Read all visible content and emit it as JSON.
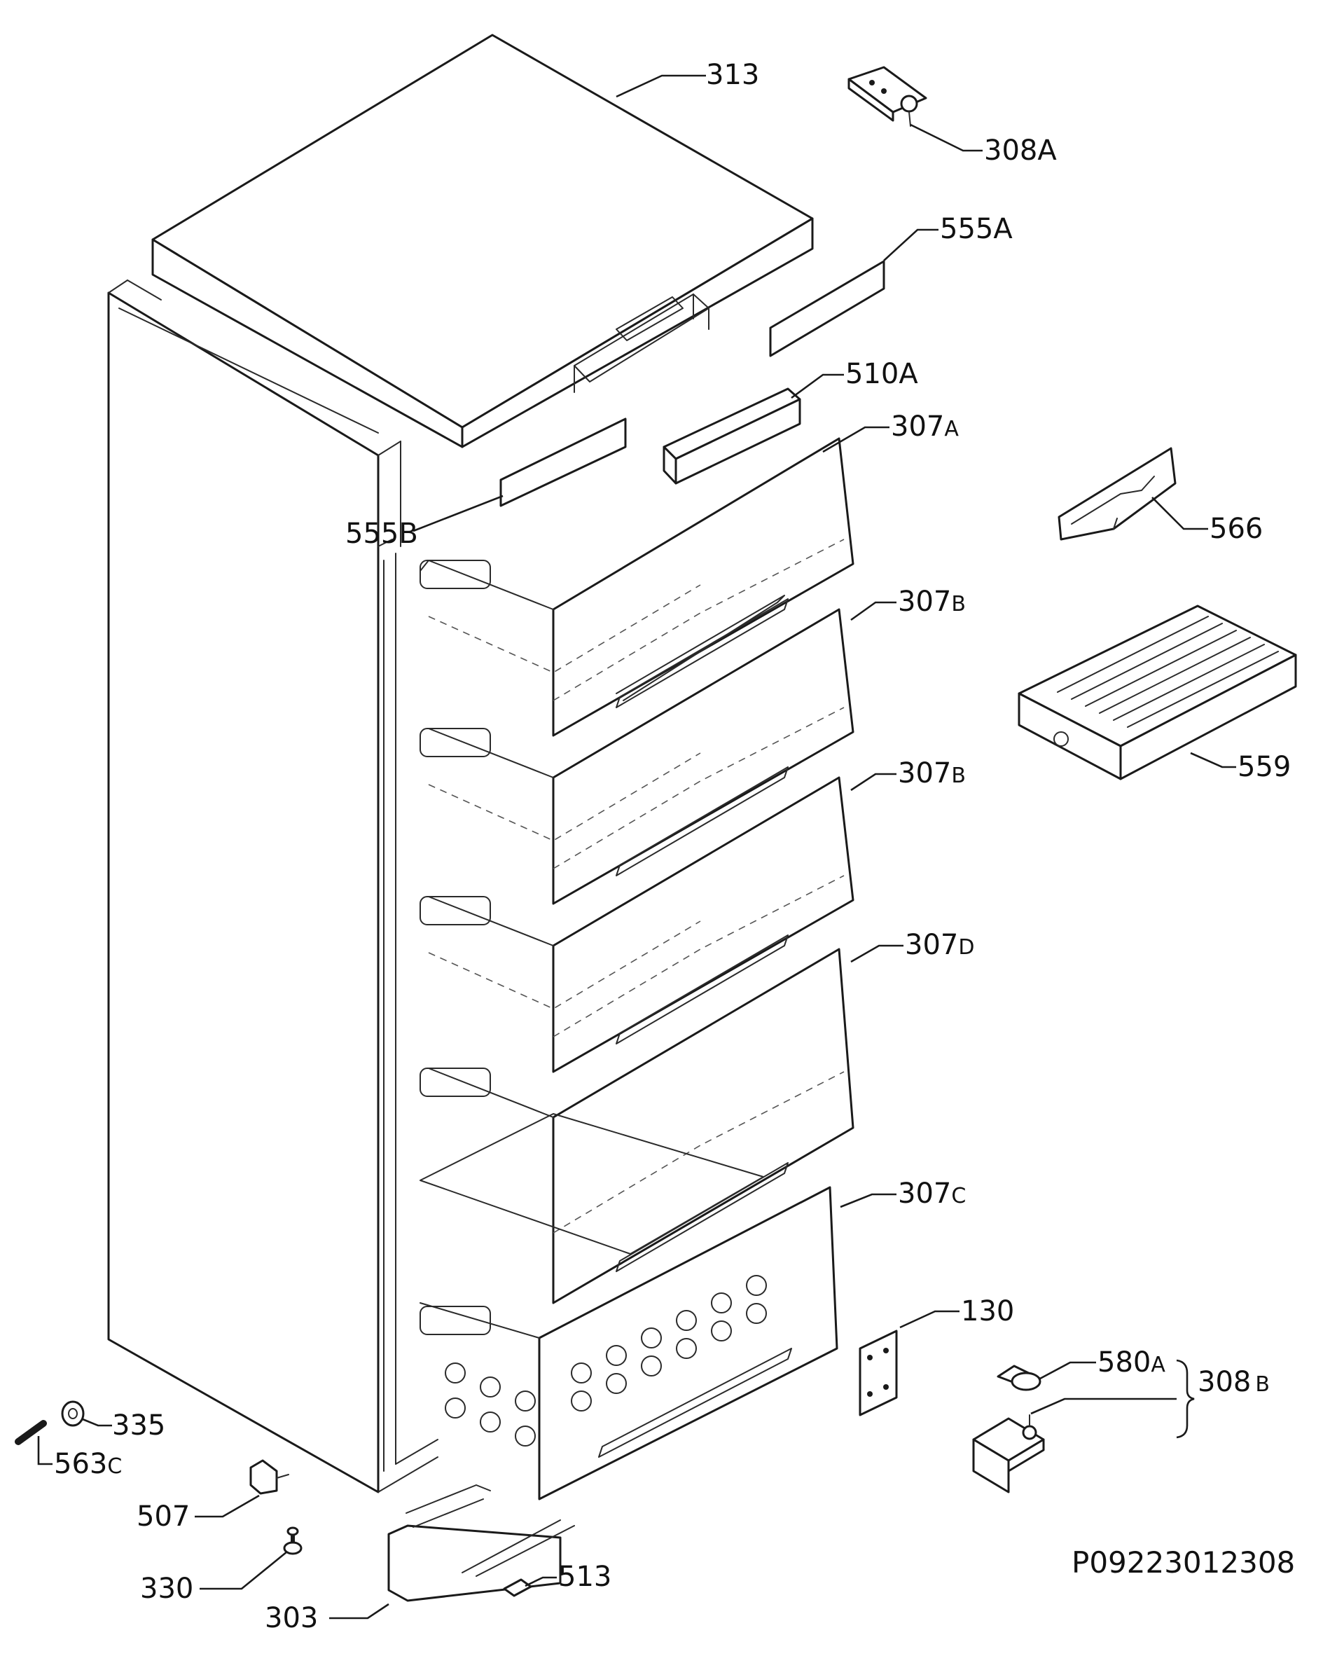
{
  "labels": {
    "l313": "313",
    "l308A": "308A",
    "l555A": "555A",
    "l510A": "510A",
    "l307A_num": "307",
    "l307A_sub": "A",
    "l555B": "555B",
    "l566": "566",
    "l307B1_num": "307",
    "l307B1_sub": "B",
    "l559": "559",
    "l307B2_num": "307",
    "l307B2_sub": "B",
    "l307D_num": "307",
    "l307D_sub": "D",
    "l307C_num": "307",
    "l307C_sub": "C",
    "l130": "130",
    "l580A_num": "580",
    "l580A_sub": "A",
    "l308B_num": "308",
    "l308B_sub": "B",
    "l335": "335",
    "l563C_num": "563",
    "l563C_sub": "C",
    "l507": "507",
    "l330": "330",
    "l303": "303",
    "l513": "513"
  },
  "drawing_code": "P09223012308"
}
